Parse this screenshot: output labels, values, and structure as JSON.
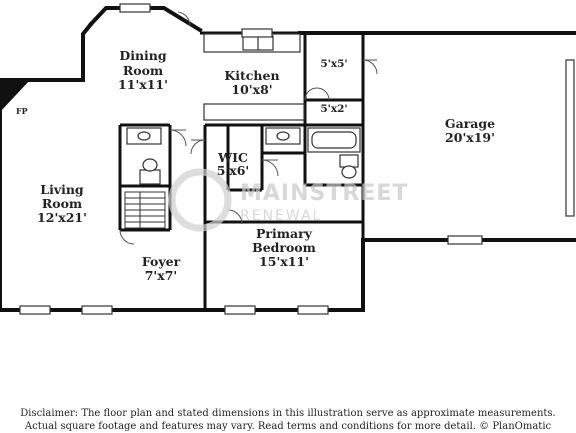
{
  "rooms": {
    "dining": {
      "name_line1": "Dining",
      "name_line2": "Room",
      "dims": "11'x11'"
    },
    "kitchen": {
      "name": "Kitchen",
      "dims": "10'x8'"
    },
    "closet_a": {
      "dims": "5'x5'"
    },
    "closet_b": {
      "dims": "5'x2'"
    },
    "garage": {
      "name": "Garage",
      "dims": "20'x19'"
    },
    "living": {
      "name_line1": "Living",
      "name_line2": "Room",
      "dims": "12'x21'"
    },
    "wic": {
      "name": "WIC",
      "dims": "5'x6'"
    },
    "primary": {
      "name_line1": "Primary",
      "name_line2": "Bedroom",
      "dims": "15'x11'"
    },
    "foyer": {
      "name": "Foyer",
      "dims": "7'x7'"
    },
    "fireplace": {
      "label": "FP"
    }
  },
  "watermark": {
    "brand": "MAINSTREET",
    "sub": "RENEWAL"
  },
  "disclaimer": {
    "line1": "Disclaimer: The floor plan and stated dimensions in this illustration serve as approximate measurements.",
    "line2": "Actual square footage and features may vary. Read terms and conditions for more detail. © PlanOmatic"
  }
}
